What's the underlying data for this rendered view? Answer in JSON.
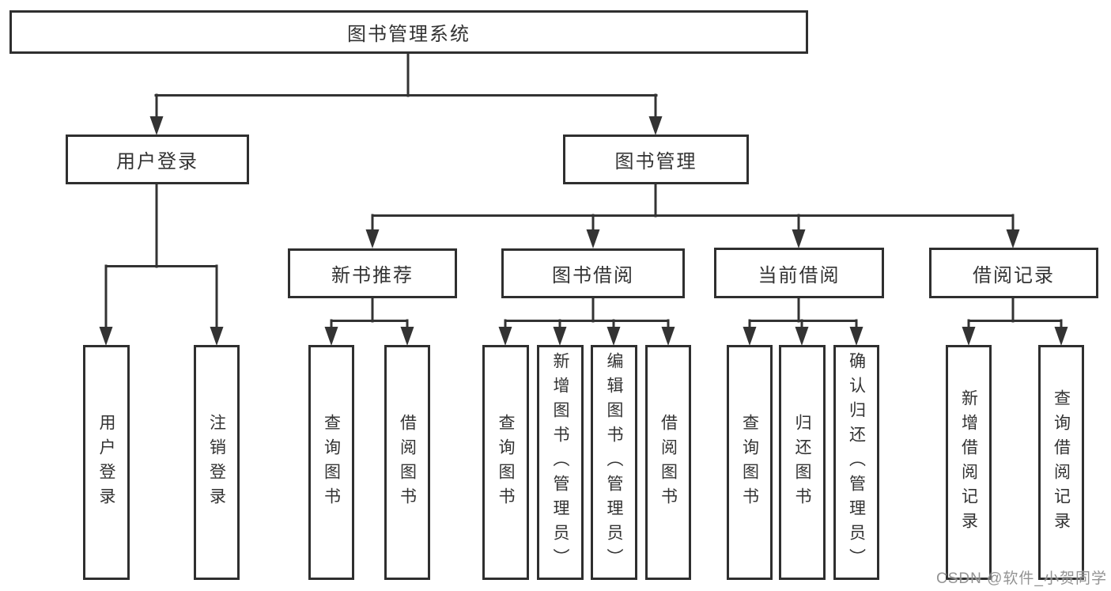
{
  "tree": {
    "label": "图书管理系统",
    "children": [
      {
        "label": "用户登录",
        "children": [
          {
            "label": "用户登录"
          },
          {
            "label": "注销登录"
          }
        ]
      },
      {
        "label": "图书管理",
        "children": [
          {
            "label": "新书推荐",
            "children": [
              {
                "label": "查询图书"
              },
              {
                "label": "借阅图书"
              }
            ]
          },
          {
            "label": "图书借阅",
            "children": [
              {
                "label": "查询图书"
              },
              {
                "label": "新增图书（管理员）"
              },
              {
                "label": "编辑图书（管理员）"
              },
              {
                "label": "借阅图书"
              }
            ]
          },
          {
            "label": "当前借阅",
            "children": [
              {
                "label": "查询图书"
              },
              {
                "label": "归还图书"
              },
              {
                "label": "确认归还（管理员）"
              }
            ]
          },
          {
            "label": "借阅记录",
            "children": [
              {
                "label": "新增借阅记录"
              },
              {
                "label": "查询借阅记录"
              }
            ]
          }
        ]
      }
    ]
  },
  "watermark": {
    "text": "CSDN @软件_小贺同学"
  },
  "colors": {
    "line": "#333333",
    "box_border": "#2f2f2f",
    "text": "#333333",
    "watermark": "#8a8a8a",
    "background": "#ffffff"
  }
}
